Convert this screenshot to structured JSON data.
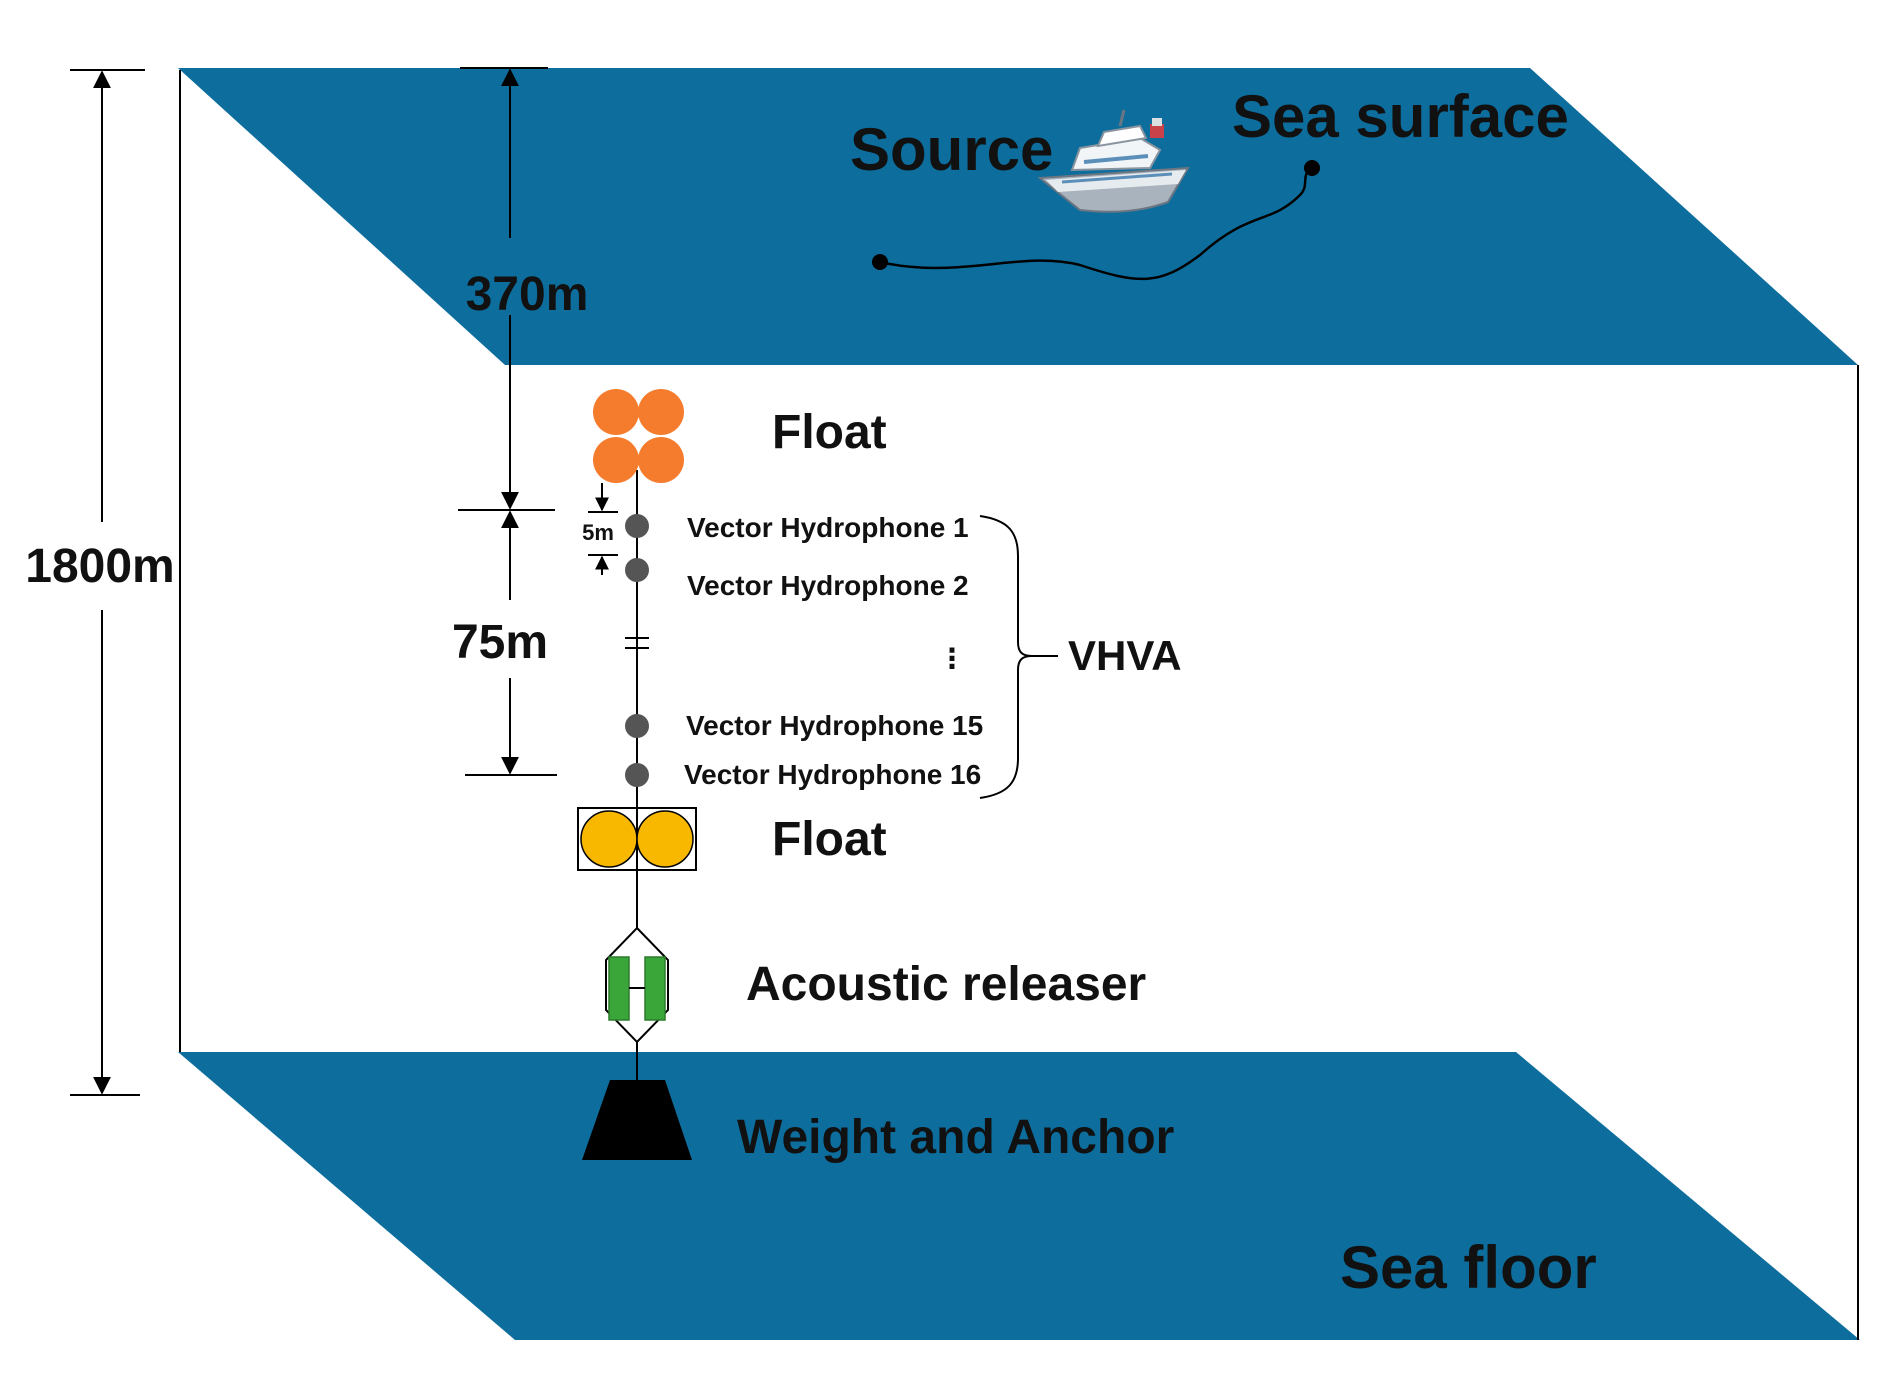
{
  "labels": {
    "source": "Source",
    "sea_surface": "Sea surface",
    "sea_floor": "Sea floor",
    "depth_total": "1800m",
    "depth_top": "370m",
    "array_length": "75m",
    "spacing": "5m",
    "float_top": "Float",
    "float_bottom": "Float",
    "acoustic_releaser": "Acoustic releaser",
    "weight_anchor": "Weight and Anchor",
    "array_name": "VHVA",
    "ellipsis": "⋮"
  },
  "hydrophones": [
    "Vector Hydrophone 1",
    "Vector Hydrophone 2",
    "Vector Hydrophone 15",
    "Vector Hydrophone 16"
  ],
  "colors": {
    "sea_plane": "#0d6e9e",
    "float_top": "#f47c2c",
    "float_bottom": "#f9b800",
    "releaser": "#3aa63a",
    "hydrophone": "#555555",
    "anchor": "#000000",
    "line": "#000000"
  },
  "icons": {
    "ship": "ship-icon"
  }
}
